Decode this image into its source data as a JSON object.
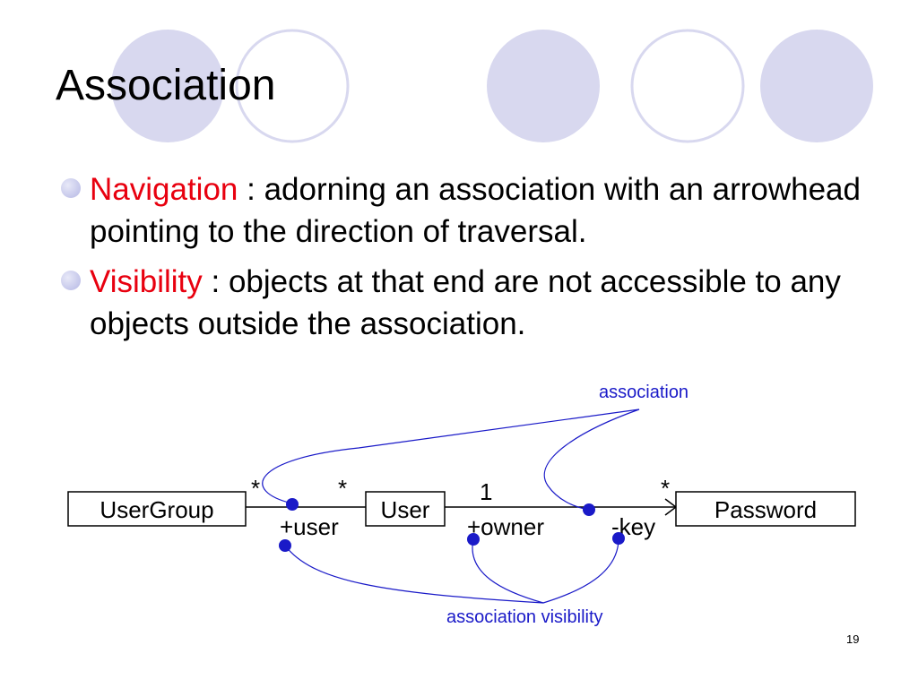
{
  "slide": {
    "title": "Association",
    "page_number": "19",
    "accent_circle_color": "#d8d8ef",
    "term_color": "#e8000f",
    "annotation_color": "#1a1ac8"
  },
  "bullets": [
    {
      "term": "Navigation",
      "text": " : adorning an association with an arrowhead pointing to the direction of traversal."
    },
    {
      "term": "Visibility",
      "text": " : objects at that end are not accessible to any objects outside the association."
    }
  ],
  "diagram": {
    "classes": {
      "usergroup": "UserGroup",
      "user": "User",
      "password": "Password"
    },
    "multiplicities": {
      "usergroup_end": "*",
      "user_left_end": "*",
      "user_right_end": "1",
      "password_end": "*"
    },
    "roles": {
      "user": "+user",
      "owner": "+owner",
      "key": "-key"
    },
    "annotations": {
      "association": "association",
      "association_visibility": "association visibility"
    }
  }
}
